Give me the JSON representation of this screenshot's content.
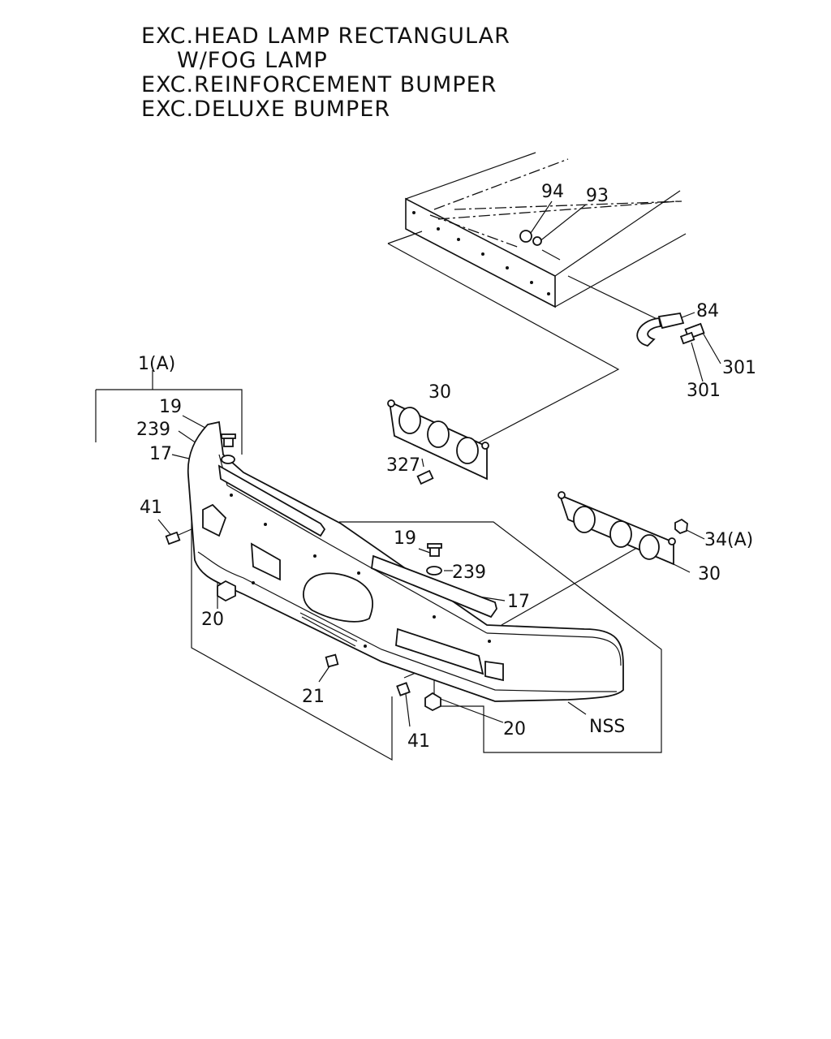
{
  "header": {
    "lines": [
      "EXC.HEAD LAMP RECTANGULAR",
      "W/FOG LAMP",
      "EXC.REINFORCEMENT BUMPER",
      "EXC.DELUXE BUMPER"
    ]
  },
  "callouts": {
    "c94": "94",
    "c93": "93",
    "c84": "84",
    "c301a": "301",
    "c301b": "301",
    "c1a": "1(A)",
    "c19a": "19",
    "c239a": "239",
    "c17a": "17",
    "c30a": "30",
    "c327": "327",
    "c41a": "41",
    "c20a": "20",
    "c19b": "19",
    "c239b": "239",
    "c17b": "17",
    "c34a": "34(A)",
    "c30b": "30",
    "c21": "21",
    "c41b": "41",
    "c20b": "20",
    "nss": "NSS"
  }
}
